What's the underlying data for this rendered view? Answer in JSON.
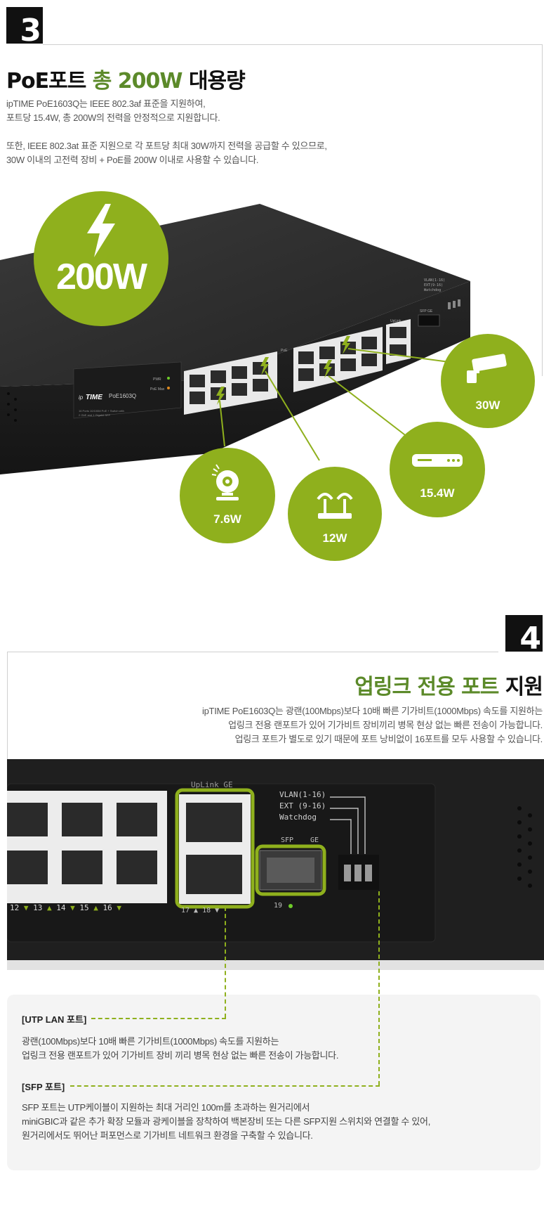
{
  "section3": {
    "number": "3",
    "title_prefix": "PoE포트 ",
    "title_highlight": "총 200W",
    "title_suffix": " 대용량",
    "para1": [
      "ipTIME PoE1603Q는 IEEE 802.3af 표준을 지원하여,",
      "포트당 15.4W, 총 200W의 전력을 안정적으로 지원합니다."
    ],
    "para2": [
      "또한, IEEE 802.3at 표준 지원으로 각 포트당 최대 30W까지 전력을 공급할 수 있으므로,",
      "30W 이내의 고전력 장비 + PoE를 200W 이내로 사용할 수 있습니다."
    ],
    "big_badge": "200W",
    "badges": [
      {
        "label": "30W",
        "icon": "cctv-camera-icon"
      },
      {
        "label": "15.4W",
        "icon": "nvr-device-icon"
      },
      {
        "label": "12W",
        "icon": "wifi-router-icon"
      },
      {
        "label": "7.6W",
        "icon": "webcam-icon"
      }
    ],
    "device": {
      "brand_small": "ip",
      "brand": "TIME",
      "model": "PoE1603Q",
      "power_led": "PWR",
      "poe_led": "PoE Max",
      "description_line1": "16 Ports 10/100M PoE + Switch with",
      "description_line2": "2 GbE and 1 Gigabit SFP",
      "poe_label": "PoE",
      "uplink_label": "UpLink",
      "dip_label1": "VLAN(1-16)",
      "dip_label2": "EXT(9-16)",
      "dip_label3": "Watchdog",
      "sfp_label": "SFP GE"
    }
  },
  "section4": {
    "number": "4",
    "title_highlight": "업링크 전용 포트",
    "title_suffix": " 지원",
    "para": [
      "ipTIME PoE1603Q는 광랜(100Mbps)보다 10배 빠른 기가비트(1000Mbps) 속도를 지원하는",
      "업링크 전용 랜포트가 있어 기가비트 장비끼리 병목 현상 없는 빠른 전송이 가능합니다.",
      "업링크 포트가 별도로 있기 때문에 포트 낭비없이 16포트를 모두 사용할 수 있습니다."
    ],
    "closeup": {
      "uplink_label": "UpLink GE",
      "vlan": "VLAN(1-16)",
      "ext": "EXT (9-16)",
      "watchdog": "Watchdog",
      "sfp": "SFP",
      "ge": "GE",
      "port_numbers": [
        "12",
        "13",
        "14",
        "15",
        "16"
      ],
      "port_arrows": [
        "down",
        "up",
        "down",
        "up",
        "down"
      ],
      "uplink_numbers": "17 ▲  18 ▼",
      "sfp_number": "19"
    },
    "utp_title": "[UTP LAN 포트]",
    "utp_text": [
      "광랜(100Mbps)보다 10배 빠른 기가비트(1000Mbps) 속도를 지원하는",
      "업링크 전용 랜포트가 있어 기가비트 장비 끼리 병목 현상 없는 빠른 전송이 가능합니다."
    ],
    "sfp_title": "[SFP 포트]",
    "sfp_text": [
      "SFP 포트는 UTP케이블이 지원하는 최대 거리인 100m를 초과하는 원거리에서",
      "miniGBIC과 같은 추가 확장 모듈과 광케이블을 장착하여 백본장비 또는 다른 SFP지원 스위치와 연결할 수 있어,",
      "원거리에서도 뛰어난 퍼포먼스로 기가비트 네트워크 환경을 구축할 수 있습니다."
    ]
  },
  "colors": {
    "accent": "#8fb01d",
    "title_green": "#5c8a2a",
    "device": "#1e1e1e"
  }
}
